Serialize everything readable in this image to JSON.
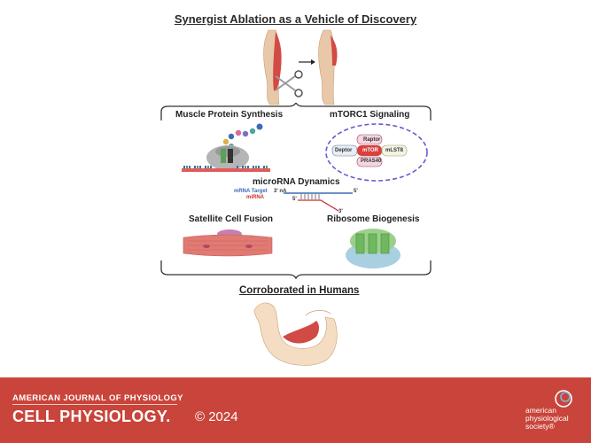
{
  "title": "Synergist Ablation as a Vehicle of Discovery",
  "sections": {
    "muscle_protein_synthesis": "Muscle Protein Synthesis",
    "mtorc1_signaling": "mTORC1 Signaling",
    "microrna_dynamics": "microRNA Dynamics",
    "satellite_cell_fusion": "Satellite Cell Fusion",
    "ribosome_biogenesis": "Ribosome Biogenesis",
    "corroborated_in_humans": "Corroborated in Humans"
  },
  "mtorc1_complex": {
    "raptor": "Raptor",
    "mtor": "mTOR",
    "deptor": "Deptor",
    "mlst8": "mLST8",
    "pras40": "PRAS40"
  },
  "mirna": {
    "mrna_target": "mRNA Target",
    "mirna_label": "miRNA",
    "three_prime_na": "3' nA",
    "five_prime_top": "5'",
    "five_prime_mid": "5'",
    "three_prime_end": "3'"
  },
  "footer": {
    "journal_top": "AMERICAN JOURNAL OF PHYSIOLOGY",
    "journal_main": "CELL PHYSIOLOGY.",
    "year": "© 2024",
    "society_line1": "american",
    "society_line2": "physiological",
    "society_line3": "society®"
  },
  "colors": {
    "footer_bg": "#c9443a",
    "muscle": "#d9534f",
    "mtor": "#d9413c",
    "mrna_target": "#3b6bb5",
    "mirna": "#c9302c",
    "dashed_border": "#6a5acd"
  },
  "icons": [
    "scissors-icon",
    "arrow-right-icon",
    "ribosome-icon",
    "muscle-fiber-icon",
    "arm-icon",
    "aps-logo-icon"
  ]
}
